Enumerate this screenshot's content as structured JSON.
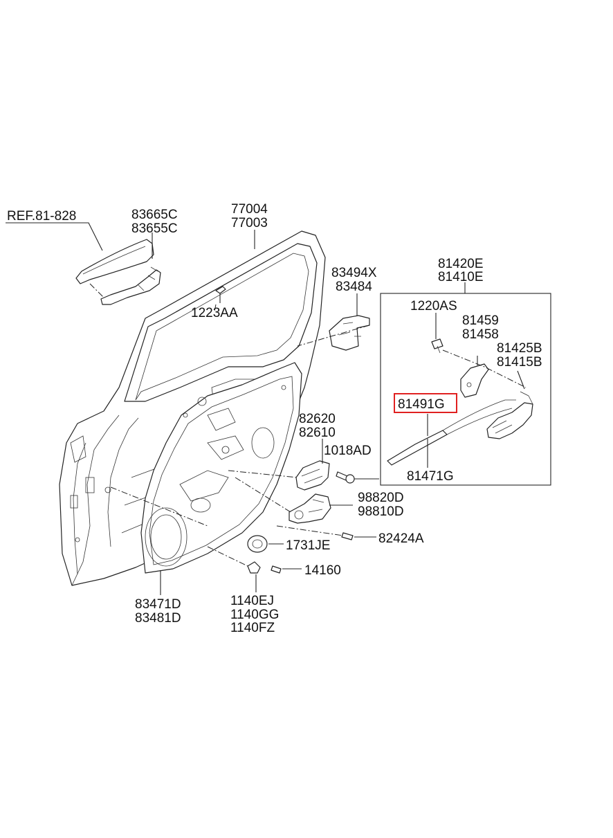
{
  "highlight_color": "#e02020",
  "labels": {
    "ref": "REF.81-828",
    "handle_a": "83665C",
    "handle_b": "83655C",
    "door_a": "77004",
    "door_b": "77003",
    "screw_1223": "1223AA",
    "bracket_a": "83494X",
    "bracket_b": "83484",
    "box_a": "81420E",
    "box_b": "81410E",
    "bolt_1220": "1220AS",
    "striker_a": "81459",
    "striker_b": "81458",
    "latch_a": "81425B",
    "latch_b": "81415B",
    "cable_highlight": "81491G",
    "cable_b": "81471G",
    "inner_handle_a": "82620",
    "inner_handle_b": "82610",
    "bolt_1018": "1018AD",
    "regulator_a": "98820D",
    "regulator_b": "98810D",
    "bolt_82424": "82424A",
    "grommet": "1731JE",
    "clip_14160": "14160",
    "panel_a": "83471D",
    "panel_b": "83481D",
    "screw_a": "1140EJ",
    "screw_b": "1140GG",
    "screw_c": "1140FZ"
  }
}
